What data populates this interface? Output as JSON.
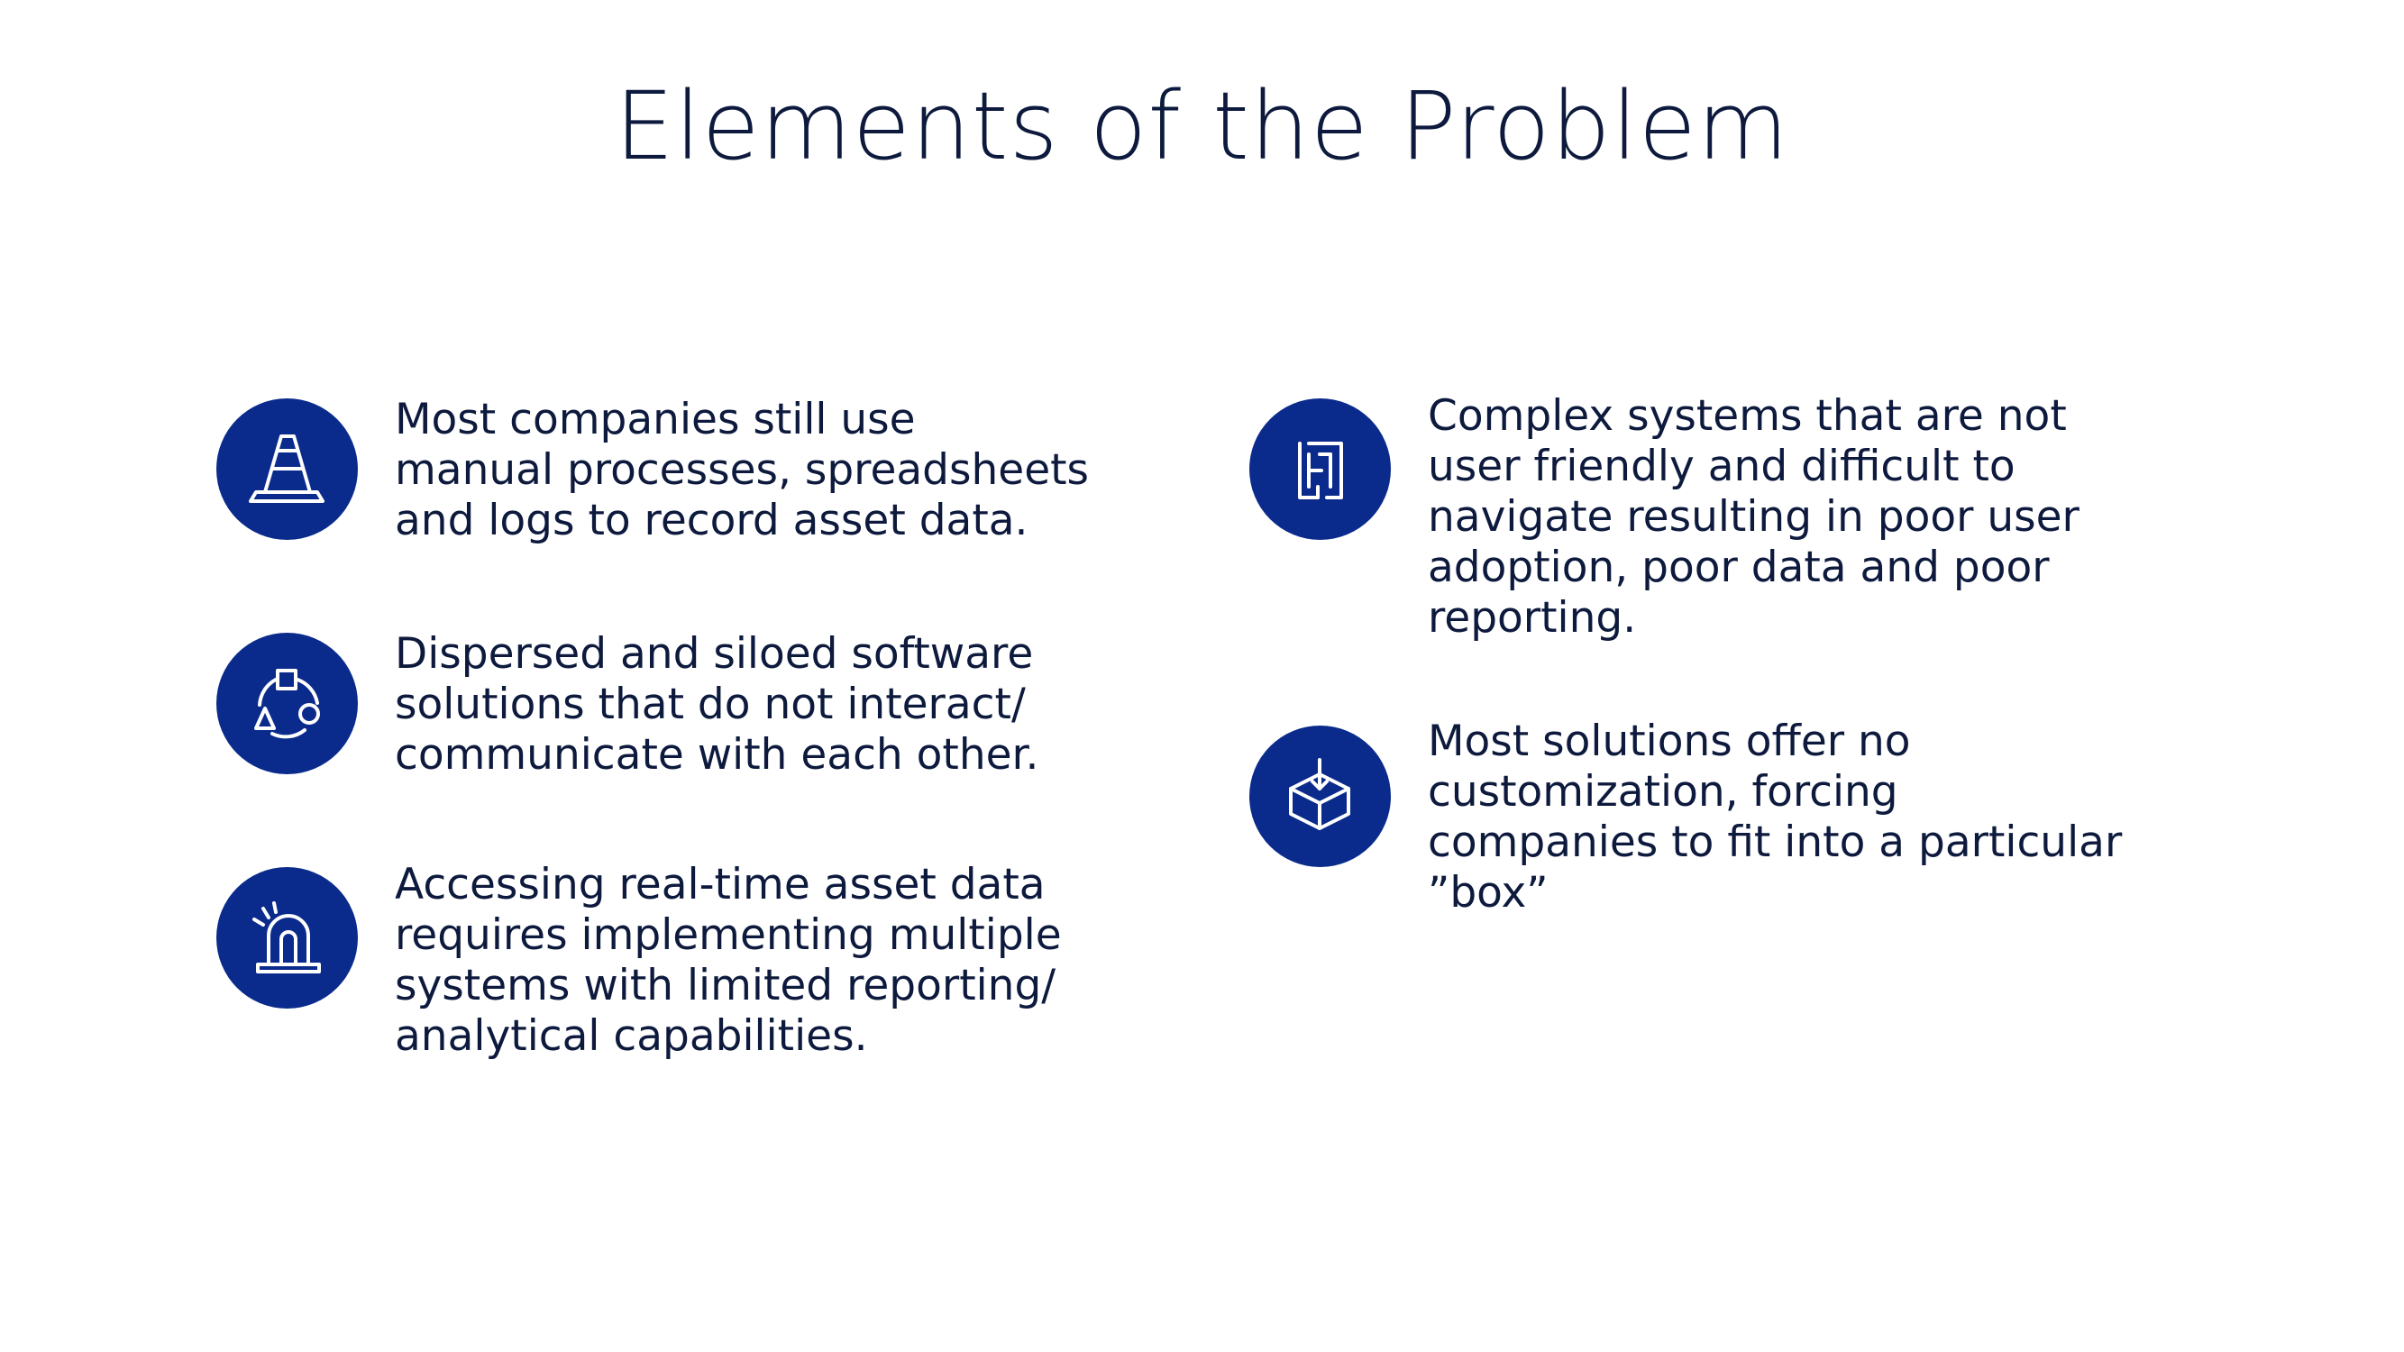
{
  "slide": {
    "title": "Elements of the Problem",
    "accent_color": "#0a2b8c",
    "left_column": [
      {
        "icon": "traffic-cone-icon",
        "text": "Most companies still use\nmanual processes, spreadsheets\nand logs to record asset data."
      },
      {
        "icon": "connected-shapes-icon",
        "text": "Dispersed and siloed software\nsolutions that do not interact/\ncommunicate with each other."
      },
      {
        "icon": "alarm-siren-icon",
        "text": "Accessing real-time asset data\nrequires implementing multiple\nsystems with limited reporting/\nanalytical capabilities."
      }
    ],
    "right_column": [
      {
        "icon": "maze-icon",
        "text": "Complex systems that are not\nuser friendly and difficult to\nnavigate resulting in poor user\nadoption, poor data and poor\nreporting."
      },
      {
        "icon": "box-download-icon",
        "text": "Most solutions offer no\ncustomization, forcing\ncompanies to fit into a particular\n”box”"
      }
    ]
  }
}
